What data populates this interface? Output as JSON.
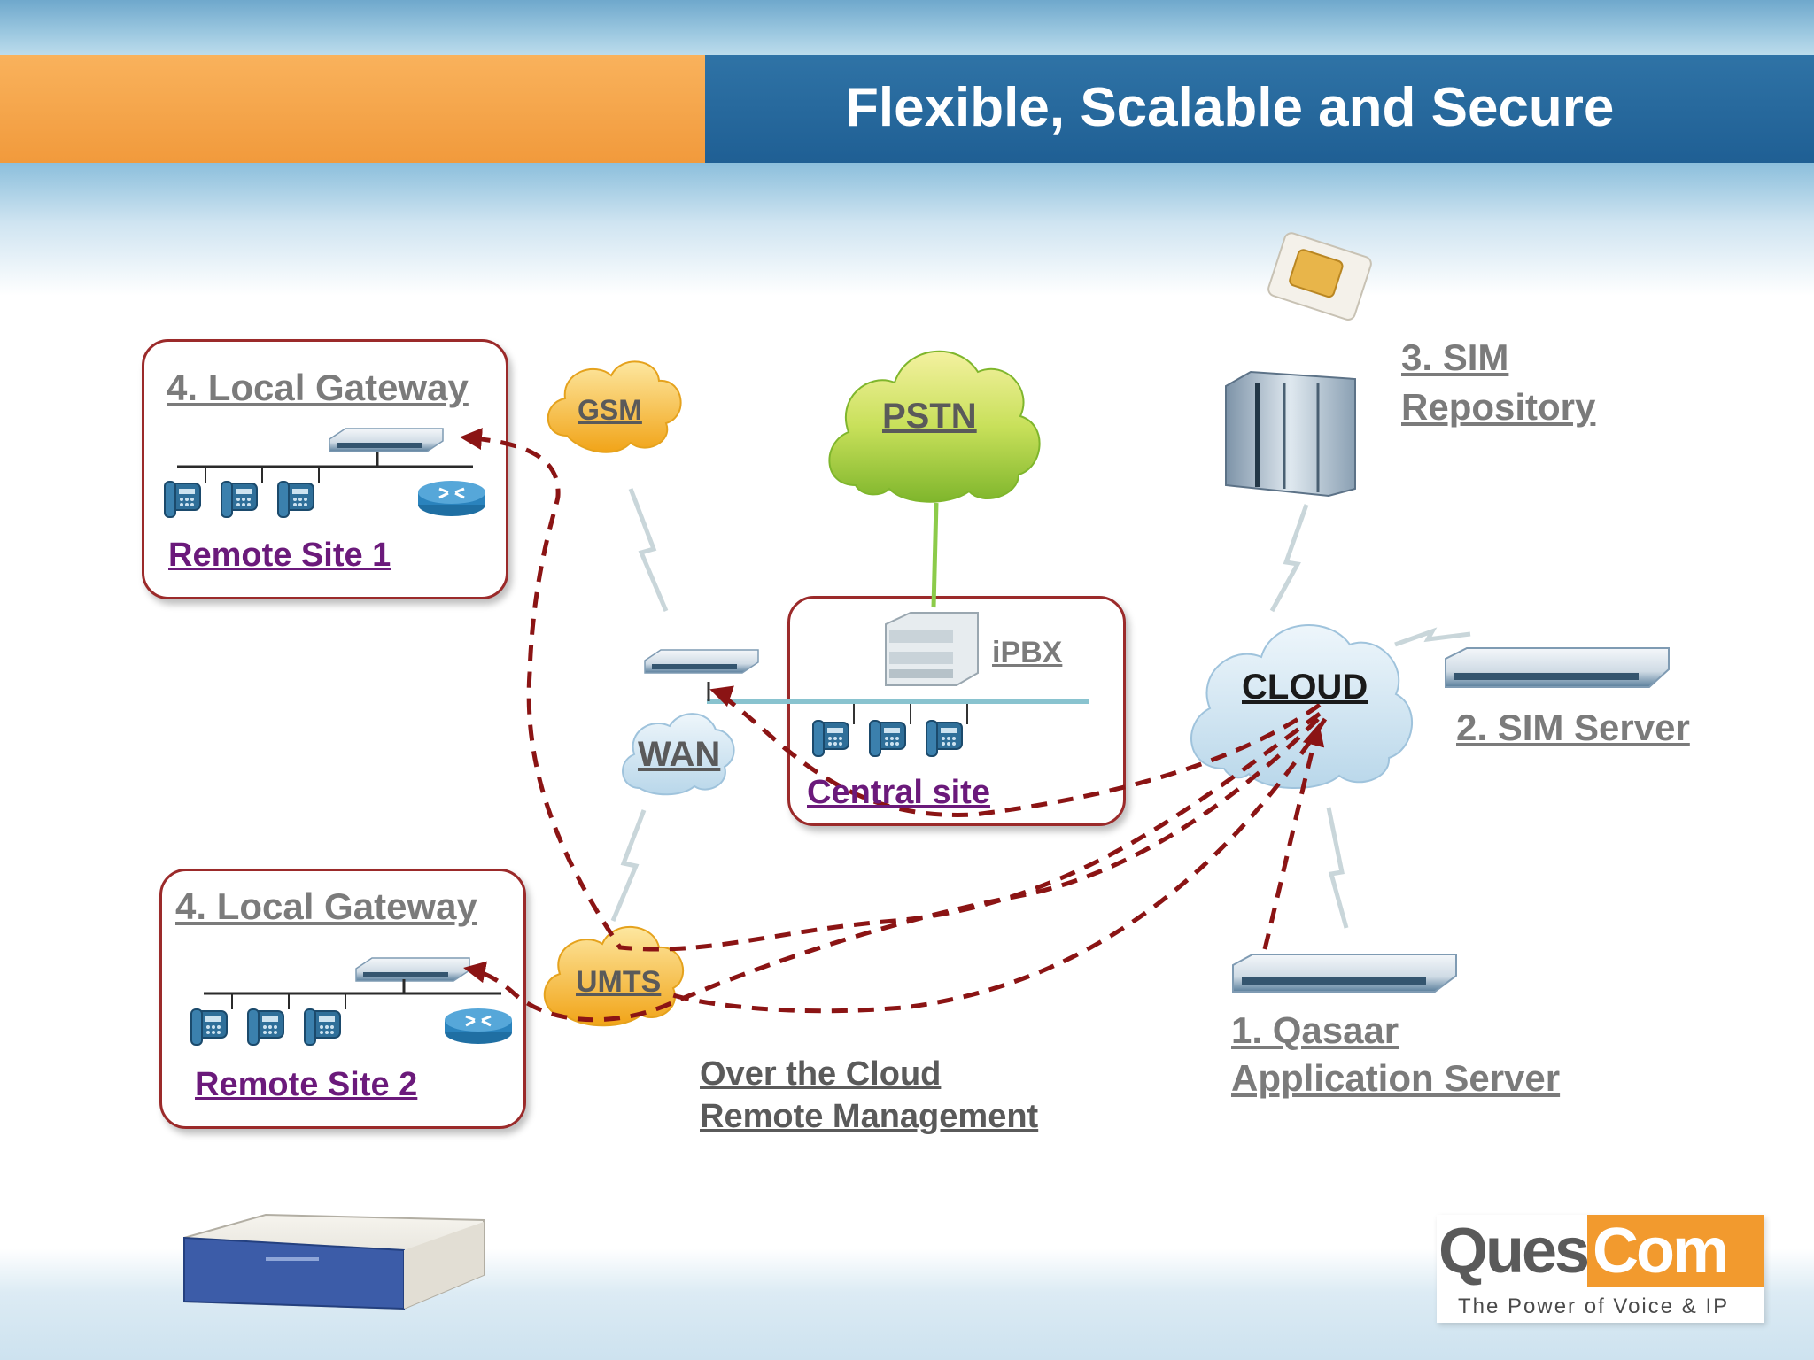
{
  "slide": {
    "title": "Flexible, Scalable and Secure"
  },
  "nodes": {
    "remote_site_1": {
      "title": "4. Local Gateway",
      "label": "Remote Site 1"
    },
    "remote_site_2": {
      "title": "4. Local Gateway",
      "label": "Remote Site 2"
    },
    "central_site": {
      "label": "Central site",
      "ipbx": "iPBX"
    },
    "gsm": "GSM",
    "pstn": "PSTN",
    "wan": "WAN",
    "umts": "UMTS",
    "cloud": "CLOUD",
    "sim_repository": {
      "line1": "3. SIM",
      "line2": "Repository"
    },
    "sim_server": "2. SIM Server",
    "app_server": {
      "line1": "1. Qasaar",
      "line2": "Application Server"
    },
    "management": {
      "line1": "Over the Cloud",
      "line2": "Remote Management"
    }
  },
  "logo": {
    "part1": "Ques",
    "part2": "Com",
    "tagline": "The Power of Voice & IP"
  },
  "colors": {
    "orange": "#f19a3c",
    "blue": "#1f5f94",
    "box_border": "#9b2a2a",
    "dashed_link": "#8b1414",
    "pstn_cloud": "#9bcb3b",
    "mobile_cloud": "#f7b72a",
    "cloud": "#cfe5f3"
  }
}
